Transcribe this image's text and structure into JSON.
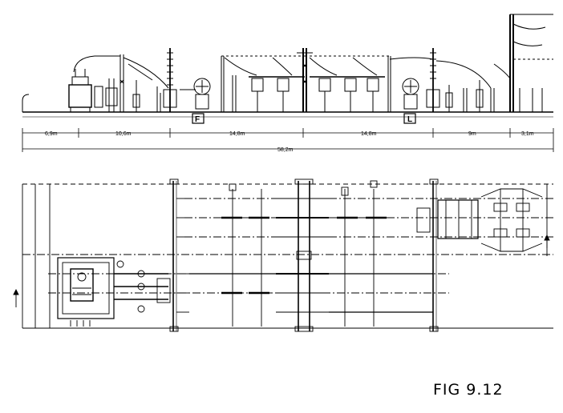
{
  "figure": {
    "caption": "FIG 9.12"
  },
  "elevation": {
    "dimensions": [
      "6,9m",
      "10,6m",
      "14,8m",
      "14,8m",
      "9m",
      "3,1m"
    ],
    "total": "58,2m",
    "marker_left": "F",
    "marker_right": "L"
  },
  "colors": {
    "ink": "#000000",
    "paper": "#ffffff"
  }
}
